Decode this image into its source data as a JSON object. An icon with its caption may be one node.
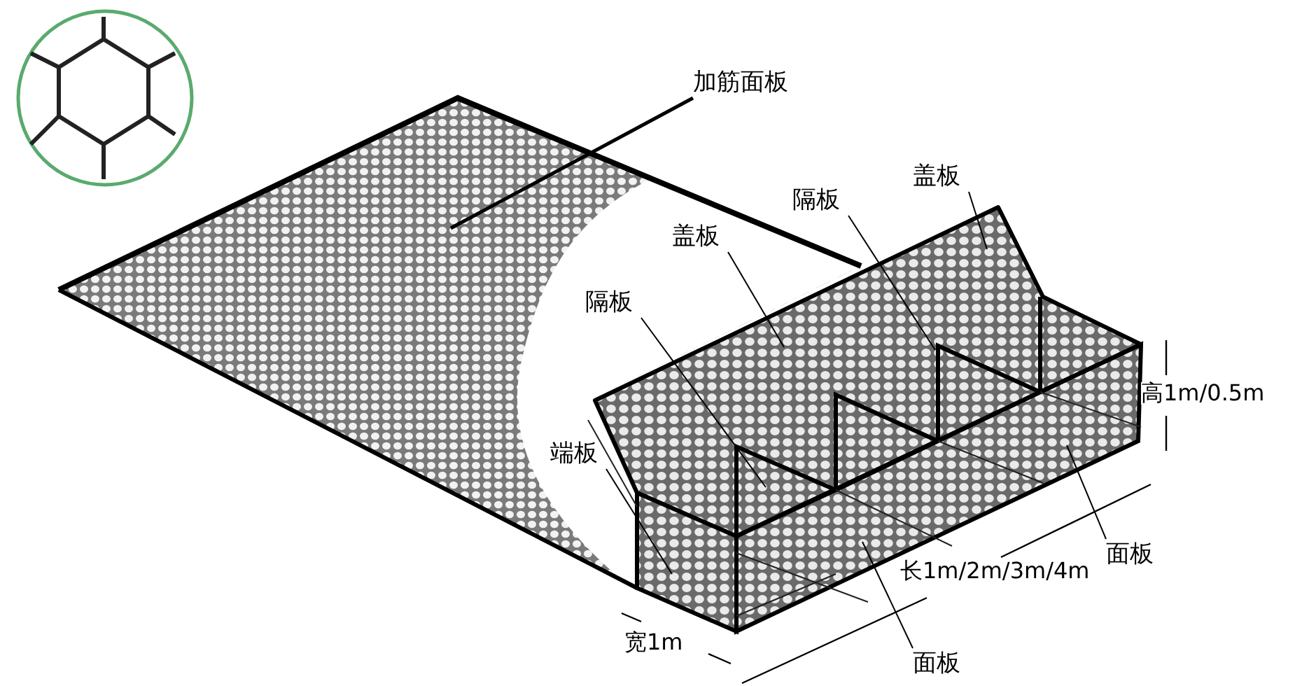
{
  "diagram": {
    "nodes": [
      {
        "text": [
          "加筋面板"
        ]
      },
      {
        "text": [
          "盖板"
        ]
      },
      {
        "text": [
          "隔板"
        ]
      },
      {
        "text": [
          "盖板"
        ]
      },
      {
        "text": [
          "隔板"
        ]
      },
      {
        "text": [
          "端板"
        ]
      },
      {
        "text": [
          "面板"
        ]
      },
      {
        "text": [
          "面板"
        ]
      }
    ],
    "edges": [
      {
        "from": 0,
        "to": null,
        "arrow": "none",
        "style": "thick"
      },
      {
        "from": 1,
        "to": null,
        "arrow": "none"
      },
      {
        "from": 2,
        "to": null,
        "arrow": "none"
      },
      {
        "from": 3,
        "to": null,
        "arrow": "none"
      },
      {
        "from": 4,
        "to": null,
        "arrow": "none"
      },
      {
        "from": 5,
        "to": null,
        "arrow": "none"
      },
      {
        "from": 6,
        "to": null,
        "arrow": "none"
      },
      {
        "from": 7,
        "to": null,
        "arrow": "none"
      }
    ],
    "labels": [
      "高1m/0.5m",
      "长1m/2m/3m/4m",
      "宽1m"
    ]
  }
}
